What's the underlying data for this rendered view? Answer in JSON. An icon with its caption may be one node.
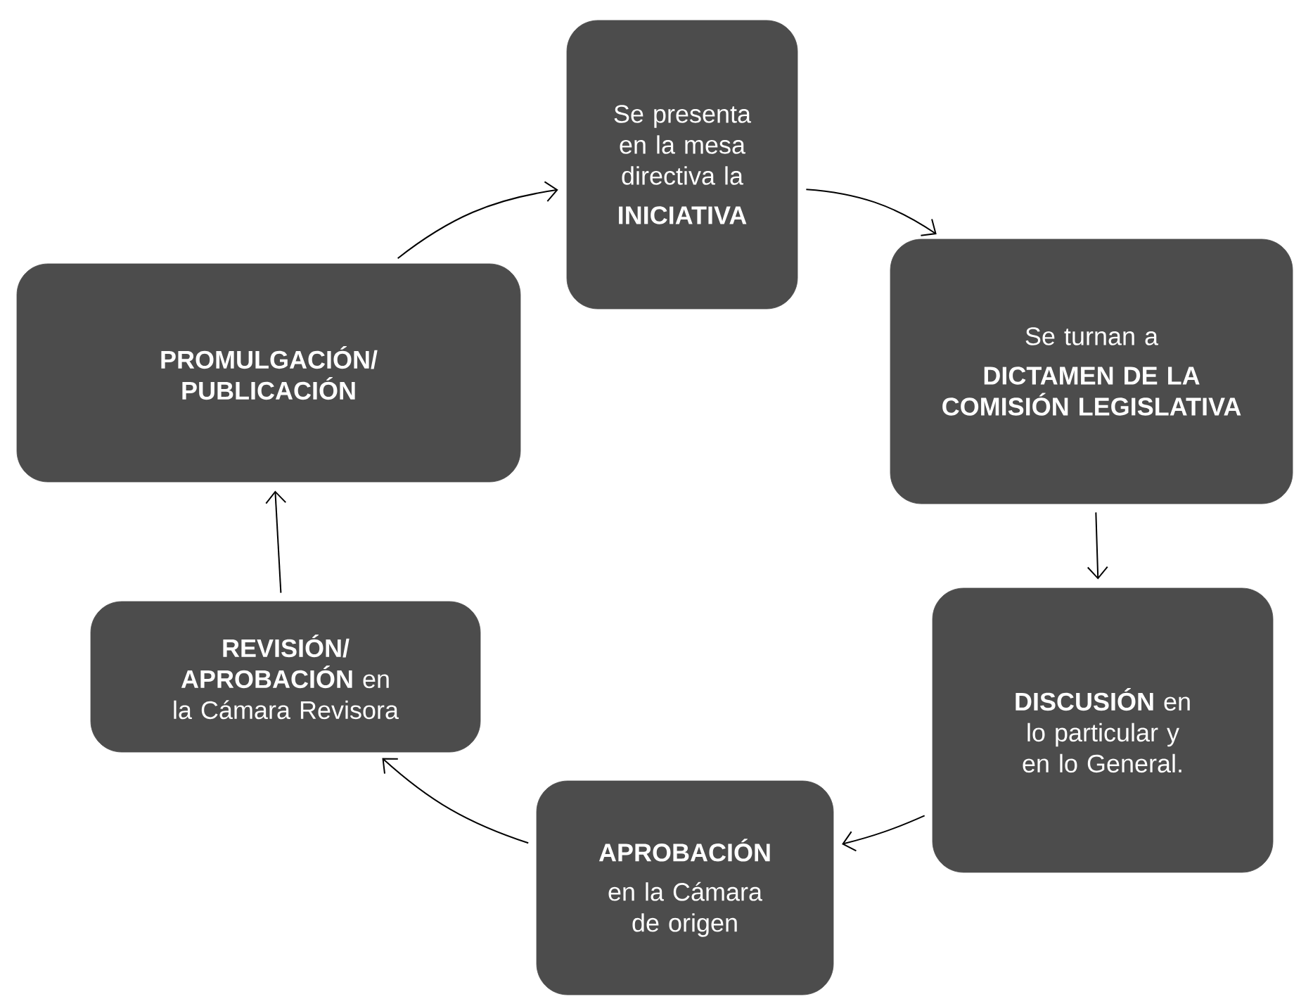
{
  "diagram": {
    "nodes": [
      {
        "text": [
          "Se presenta en la mesa directiva la",
          "INICIATIVA"
        ]
      },
      {
        "text": [
          "Se turnan  a",
          "DICTAMEN DE LA COMISIÓN LEGISLATIVA"
        ]
      },
      {
        "text": [
          "**DISCUSIÓN** en lo particular y en lo General."
        ]
      },
      {
        "text": [
          "APROBACIÓN",
          "en la Cámara de origen"
        ]
      },
      {
        "text": [
          "**REVISIÓN/ APROBACIÓN** en la Cámara Revisora"
        ]
      },
      {
        "text": [
          "PROMULGACIÓN/ PUBLICACIÓN"
        ]
      }
    ],
    "edges": [
      {
        "from": 0,
        "to": 1,
        "arrow": "to"
      },
      {
        "from": 1,
        "to": 2,
        "arrow": "to"
      },
      {
        "from": 2,
        "to": 3,
        "arrow": "to"
      },
      {
        "from": 3,
        "to": 4,
        "arrow": "to"
      },
      {
        "from": 4,
        "to": 5,
        "arrow": "to"
      },
      {
        "from": 5,
        "to": 0,
        "arrow": "to"
      }
    ]
  }
}
